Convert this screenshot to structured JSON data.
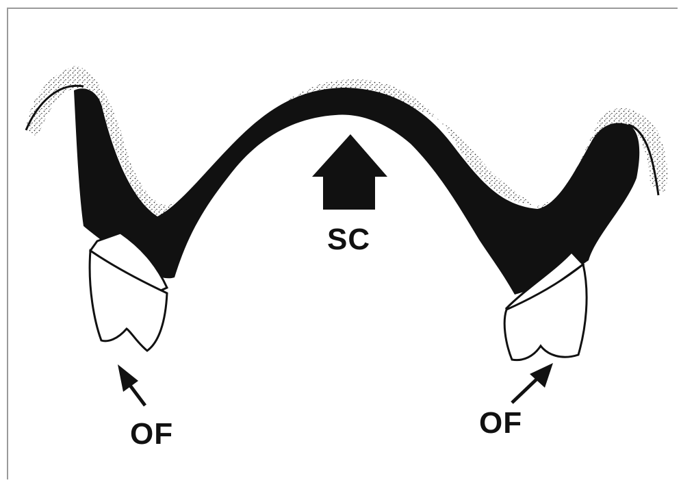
{
  "labels": {
    "center": "SC",
    "left": "OF",
    "right": "OF"
  },
  "colors": {
    "ink": "#111111",
    "paper": "#ffffff",
    "stipple": "#333333"
  }
}
